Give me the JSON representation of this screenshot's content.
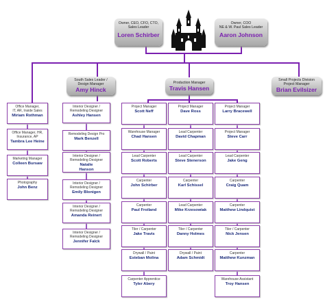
{
  "top": [
    {
      "role": "Owner, CEO, CFO, CTO,\nSales Leader",
      "name": "Loren Schirber"
    },
    {
      "role": "Owner, COO\nNE & W. Paul Sales Leader",
      "name": "Aaron Johnson"
    }
  ],
  "managers": [
    {
      "role": "South Sales Leader /\nDesign Manager",
      "name": "Amy Hinck"
    },
    {
      "role": "Production Manager",
      "name": "Travis Hansen"
    },
    {
      "role": "Small Projects Division\nProject Manager",
      "name": "Brian Evilsizer"
    }
  ],
  "office": [
    {
      "role": "Office Manager,\nIT, AR, Inside Sales",
      "name": "Miriam Rothman"
    },
    {
      "role": "Office Manager, HR,\nInsurance, AP",
      "name": "Tambra Lee Heine"
    },
    {
      "role": "Marketing Manager",
      "name": "Colleen Bursaw"
    },
    {
      "role": "Photography",
      "name": "John Benz"
    }
  ],
  "design": [
    {
      "role": "Interior Designer /\nRemodeling Designer",
      "name": "Ashley Hansen"
    },
    {
      "role": "Remodeling Design Pro",
      "name": "Mark Benzell"
    },
    {
      "role": "Interior Designer /\nRemodeling Designer",
      "name": "Natalie\nHanson"
    },
    {
      "role": "Interior Designer /\nRemodeling Designer",
      "name": "Emily Blonigen"
    },
    {
      "role": "Interior Designer /\nRemodeling Designer",
      "name": "Amanda Reinert"
    },
    {
      "role": "Interior Designer /\nRemodeling Designer",
      "name": "Jennifer Falck"
    }
  ],
  "prodCol1": [
    {
      "role": "Project Manager",
      "name": "Scott Neff"
    },
    {
      "role": "Warehouse Manager",
      "name": "Chad Hansen"
    },
    {
      "role": "Lead Carpenter",
      "name": "Scott Roberts"
    },
    {
      "role": "Carpenter",
      "name": "John Schirber"
    },
    {
      "role": "Carpenter",
      "name": "Paul Froiland"
    },
    {
      "role": "Tiler / Carpenter",
      "name": "Jake Travis"
    },
    {
      "role": "Drywall / Paint",
      "name": "Esteban Molina"
    },
    {
      "role": "Carpenter Apprentice",
      "name": "Tyler Abery"
    }
  ],
  "prodCol2": [
    {
      "role": "Project Manager",
      "name": "Dave Ross"
    },
    {
      "role": "Lead Carpenter",
      "name": "David Chapman"
    },
    {
      "role": "Lead Carpenter",
      "name": "Steve Stenerson"
    },
    {
      "role": "Carpenter",
      "name": "Karl Schissel"
    },
    {
      "role": "Lead Carpenter",
      "name": "Mike Krzesowiak"
    },
    {
      "role": "Tiler / Carpenter",
      "name": "Danny Holmes"
    },
    {
      "role": "Drywall / Paint",
      "name": "Adam Schmidt"
    }
  ],
  "prodCol3": [
    {
      "role": "Project Manager",
      "name": "Larry  Bracewell"
    },
    {
      "role": "Project Manager",
      "name": "Steve Carr"
    },
    {
      "role": "Lead Carpenter",
      "name": "Jake Geng"
    },
    {
      "role": "Carpenter",
      "name": "Craig Quam"
    },
    {
      "role": "Carpenter",
      "name": "Matthew Lindquist"
    },
    {
      "role": "Tiler / Carpenter",
      "name": "Nick Jensen"
    },
    {
      "role": "Carpenter",
      "name": "Matthew Kunzman"
    },
    {
      "role": "Warehouse Assistant",
      "name": "Troy Hansen"
    }
  ],
  "colors": {
    "line": "#7a1fb0",
    "border": "#8a3ca8",
    "name": "#1a2a7a",
    "headName": "#7a1fb0"
  },
  "logo": "castle-logo"
}
